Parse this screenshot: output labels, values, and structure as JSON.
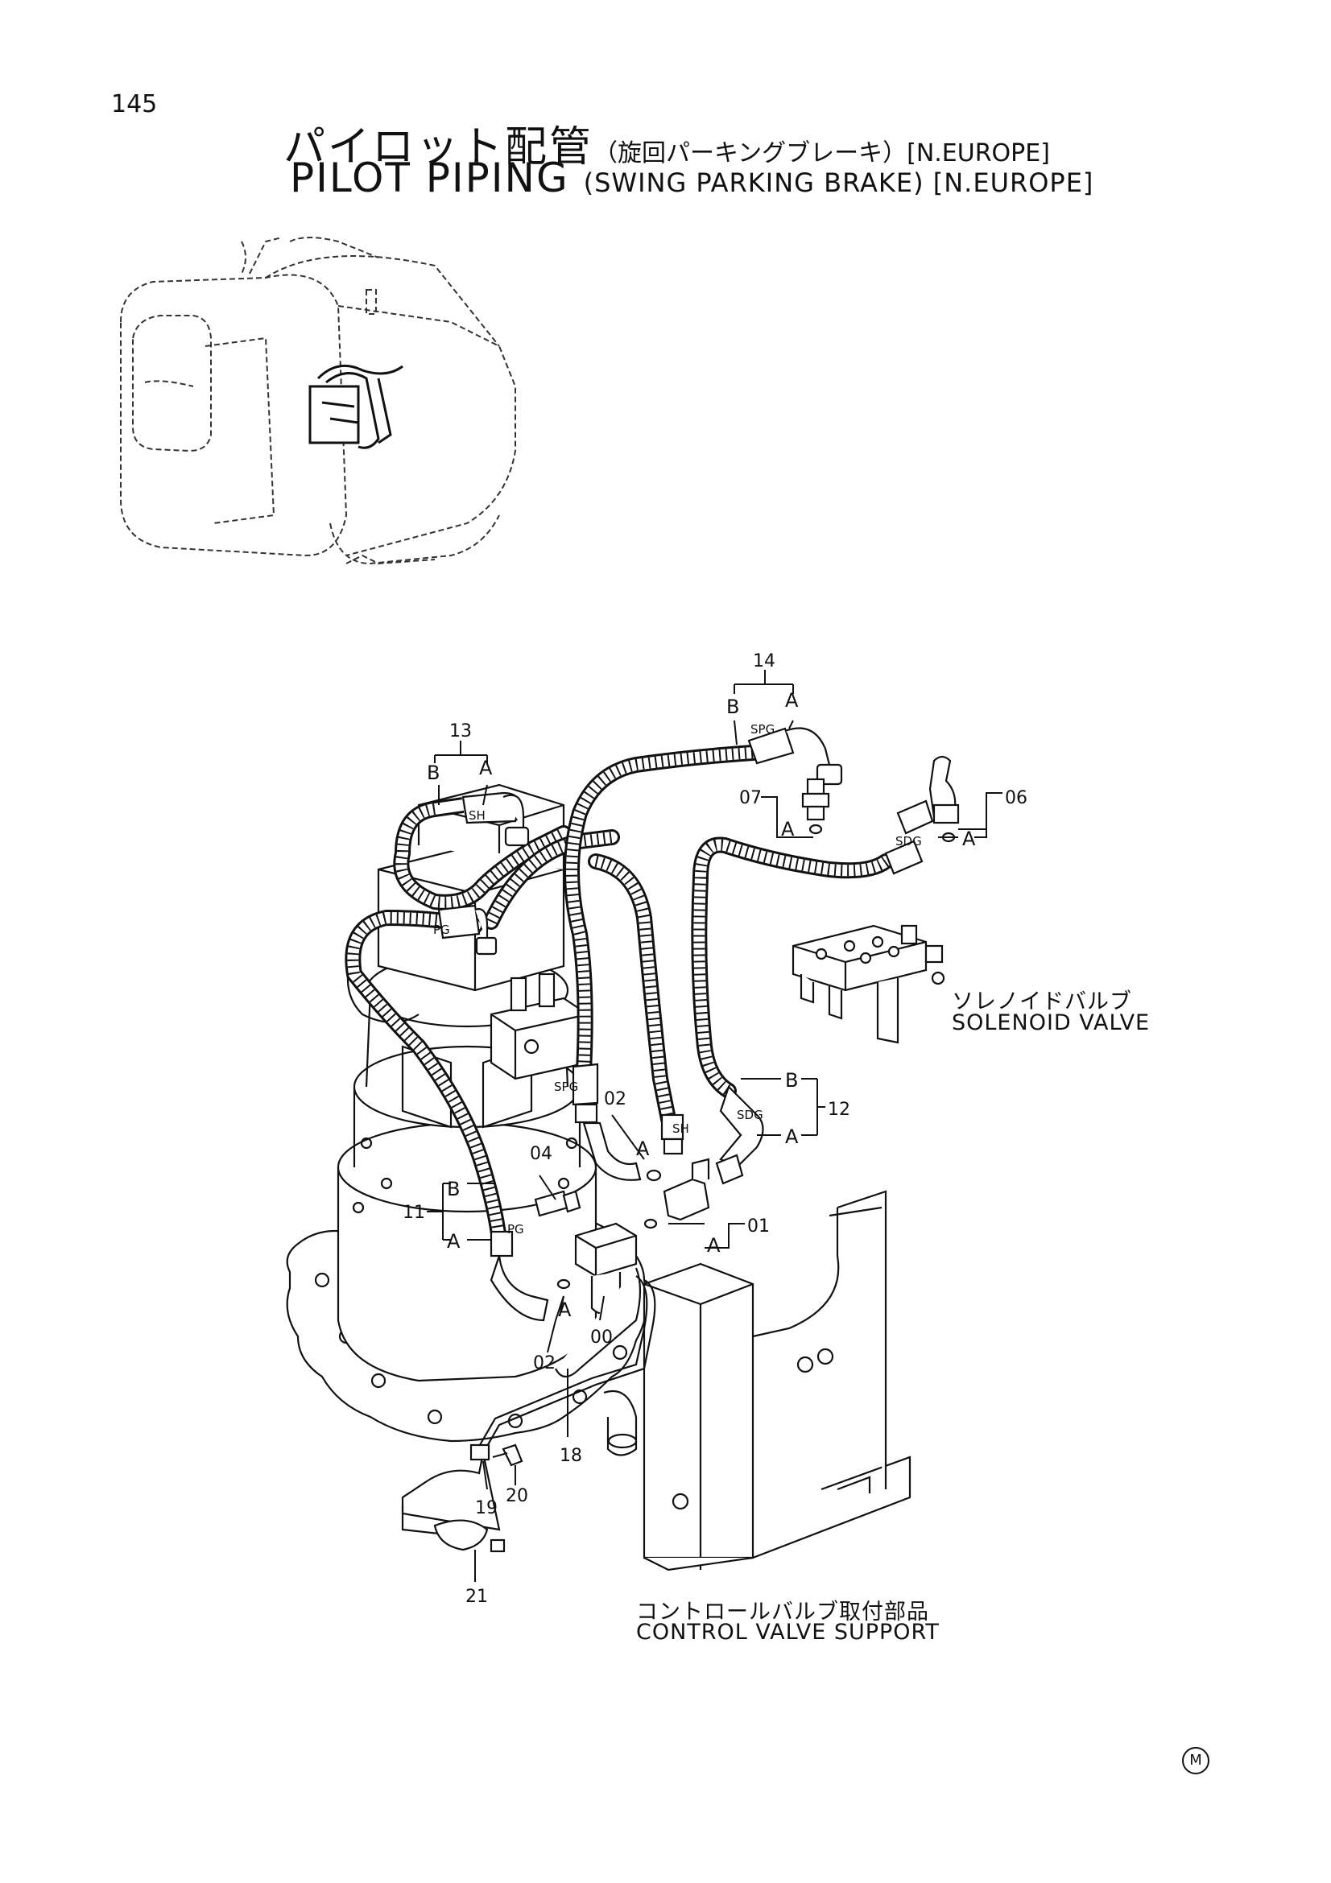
{
  "page_number": "145",
  "title": {
    "jp_main": "パイロット配管",
    "jp_sub": "（旋回パーキングブレーキ）[N.EUROPE]",
    "en_main": "PILOT PIPING",
    "en_sub": "(SWING PARKING BRAKE) [N.EUROPE]"
  },
  "part_labels": {
    "p00": "00",
    "p01": "01",
    "p02a": "02",
    "p02b": "02",
    "p04": "04",
    "p06": "06",
    "p07": "07",
    "p11": "11",
    "p12": "12",
    "p13": "13",
    "p14": "14",
    "p18": "18",
    "p19": "19",
    "p20": "20",
    "p21": "21"
  },
  "port_labels": {
    "a": "A",
    "b": "B",
    "sh": "SH",
    "pg": "PG",
    "spg": "SPG",
    "sdg": "SDG"
  },
  "captions": {
    "solenoid_jp": "ソレノイドバルブ",
    "solenoid_en": "SOLENOID VALVE",
    "cv_jp": "コントロールバルブ取付部品",
    "cv_en": "CONTROL VALVE SUPPORT"
  },
  "footer_mark": "M"
}
